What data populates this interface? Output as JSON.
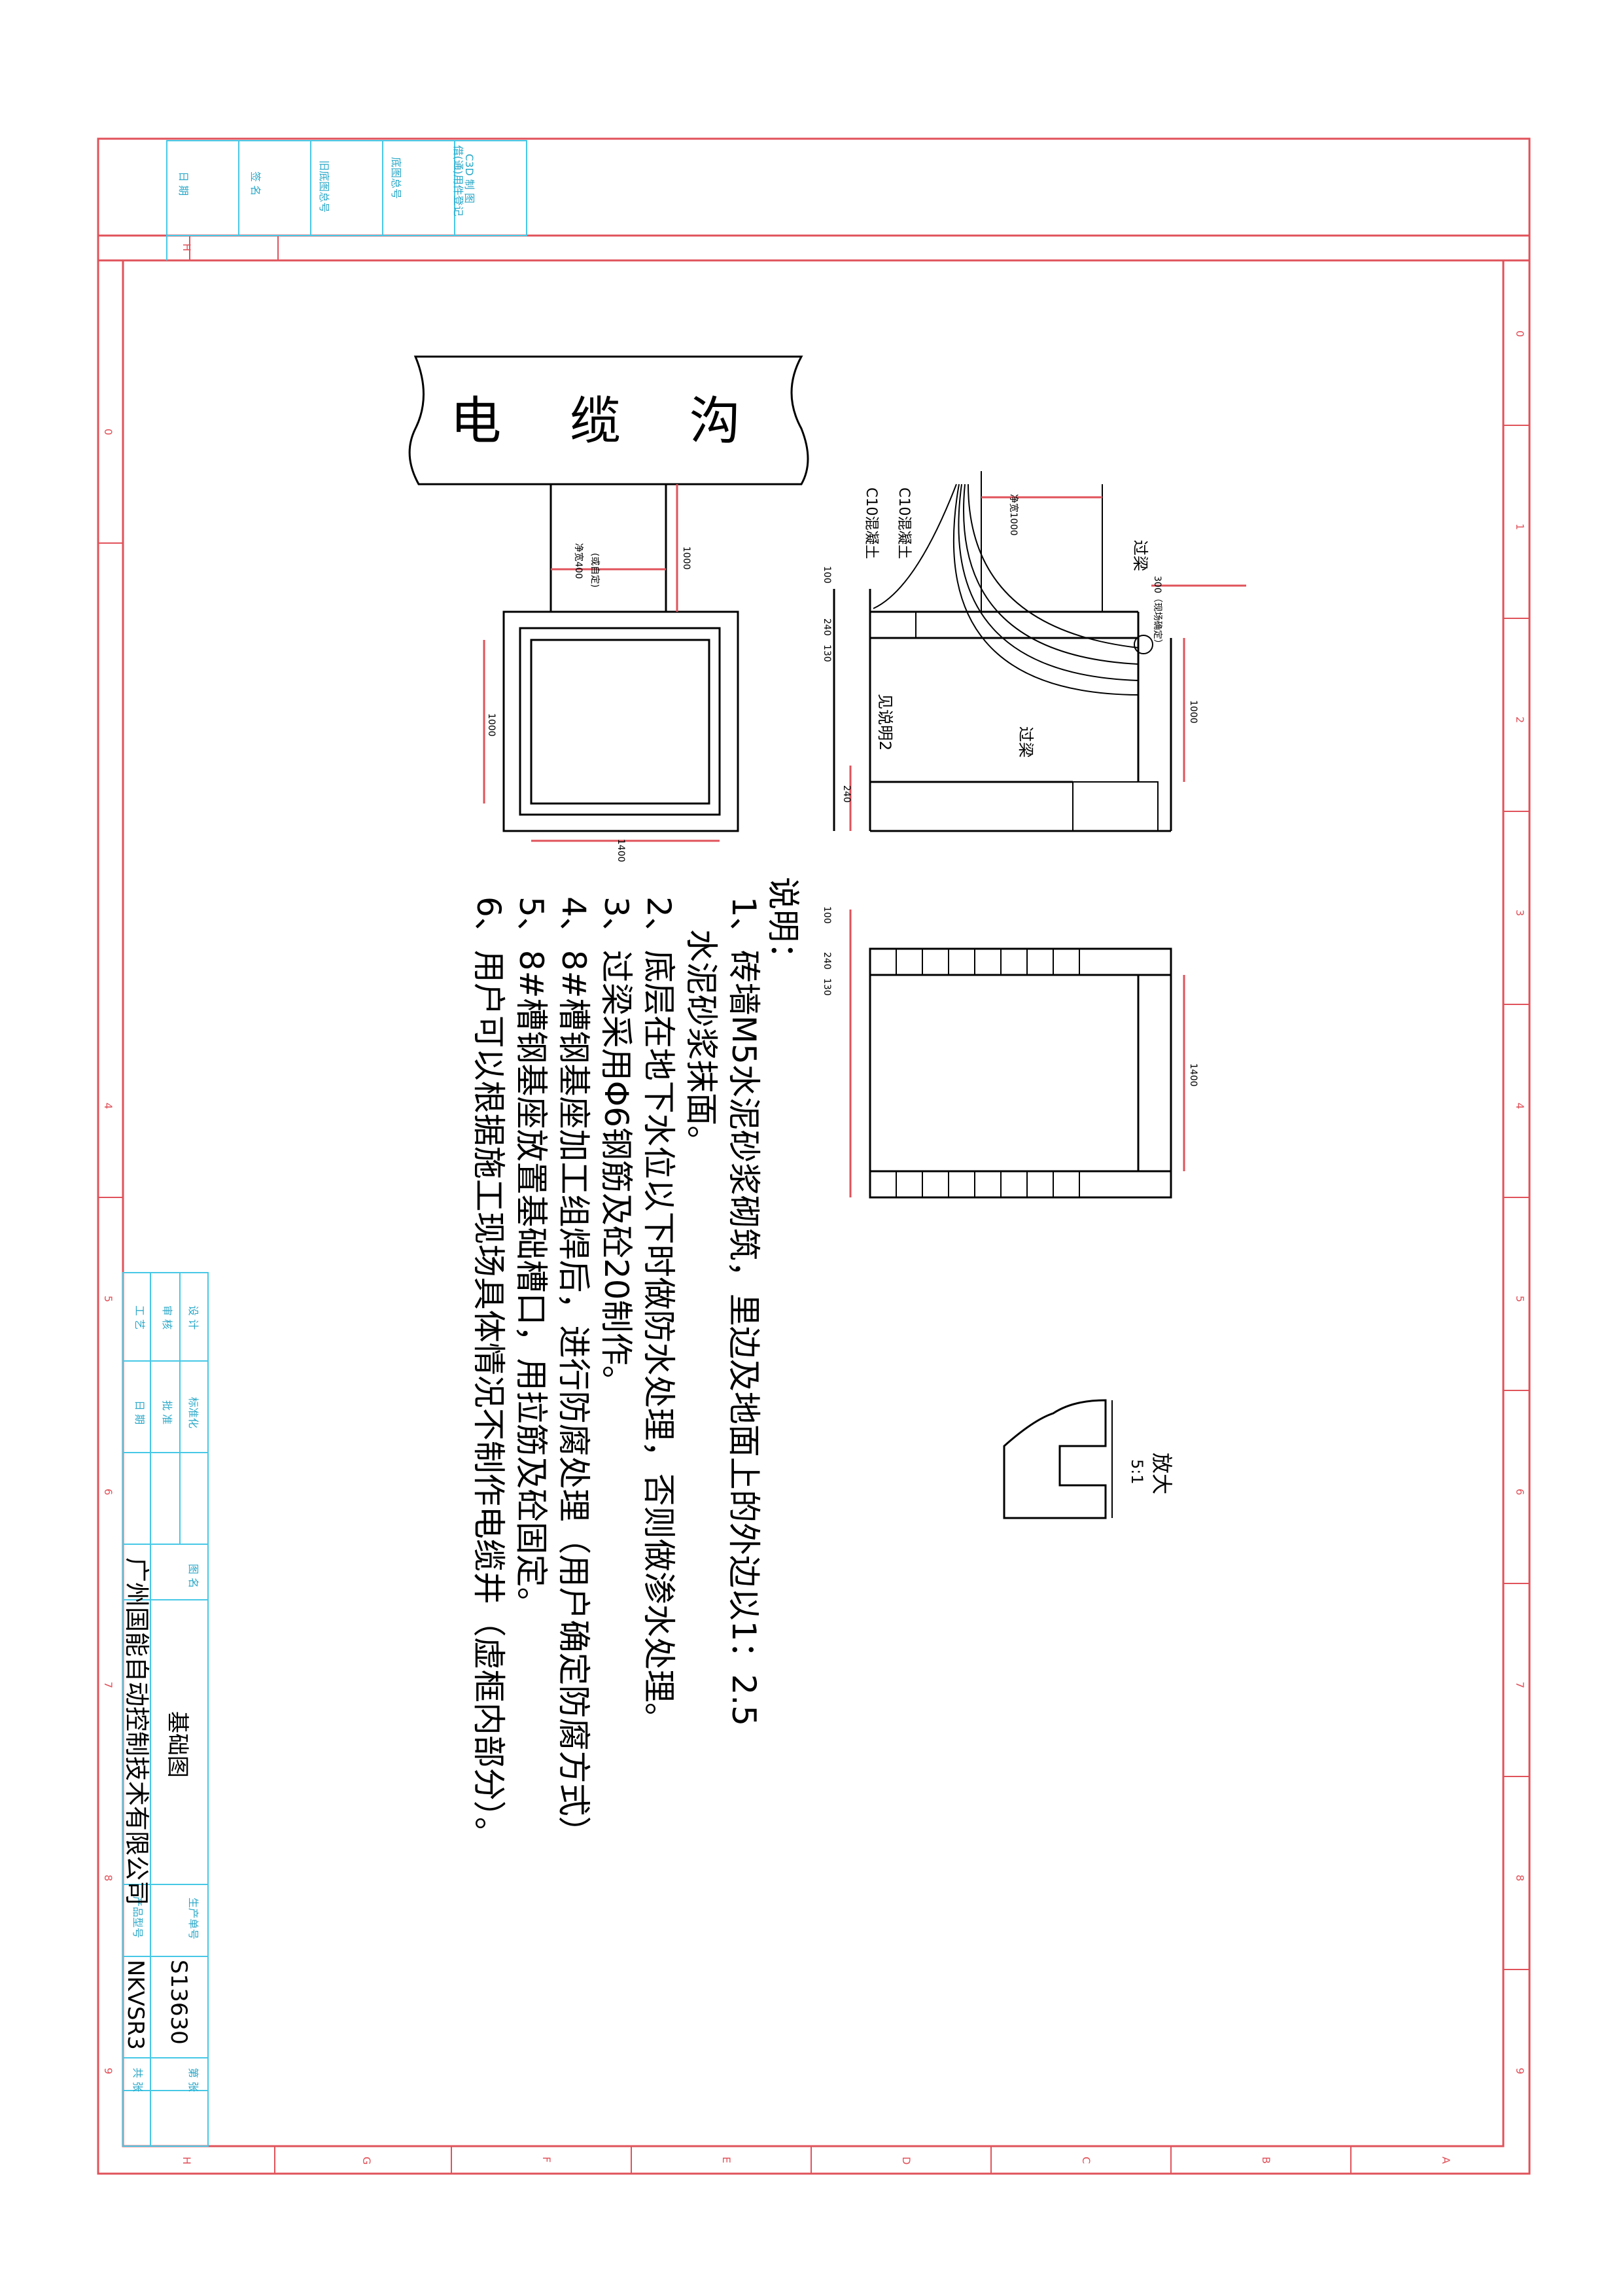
{
  "drawing": {
    "cable_trench_label": "电 缆 沟",
    "plan_view": {
      "clear_width_label": "净宽400",
      "clear_width_note": "(或自定)",
      "dim_1000_vertical": "1000",
      "dim_1000_side": "1000",
      "dim_1400": "1400"
    },
    "section_view": {
      "clear_width_label": "净宽1000",
      "c10_upper": "C10混凝土",
      "c10_lower": "C10混凝土",
      "lintel_top": "过梁",
      "dim_300_label": "300（现场确定）",
      "dim_1000": "1000",
      "see_note_2": "见说明2",
      "lintel_bottom": "过梁",
      "dim_100": "100",
      "dim_240": "240",
      "dim_130": "130",
      "dim_240_b": "240"
    },
    "brick_view": {
      "dim_100": "100",
      "dim_240": "240",
      "dim_130": "130",
      "dim_1400": "1400"
    },
    "enlarge_view": {
      "label": "放大",
      "ratio": "5:1"
    }
  },
  "notes": {
    "heading": "说明：",
    "items": [
      "1、砖墙M5水泥砂浆砌筑，里边及地面上的外边以1：2.5",
      "水泥砂浆抹面。",
      "2、底层在地下水位以下时做防水处理，否则做渗水处理。",
      "3、过梁采用Φ6钢筋及砼20制作。",
      "4、8#槽钢基座加工组焊后，进行防腐处理（用户确定防腐方式）",
      "5、8#槽钢基座放置基础槽口，用拉筋及砼固定。",
      "6、用户可以根据施工现场具体情况不制作电缆井（虚框内部分）。"
    ]
  },
  "top_stamp": {
    "cells": [
      "日 期",
      "签 名",
      "旧底图总号",
      "借(通)用件登记",
      "底图总号",
      "C3D 制 图"
    ]
  },
  "title_block": {
    "role_labels": [
      "设 计",
      "审 核",
      "工 艺"
    ],
    "role_labels_2": [
      "标准化",
      "批 准",
      "日 期"
    ],
    "drawing_name_label": "图 名",
    "drawing_name": "基础图",
    "company": "广州国能自动控制技术有限公司",
    "production_no_label": "生产单号",
    "production_no": "S13630",
    "product_model_label": "产品型号",
    "product_model": "NKVSR3",
    "sheet_label": "第 张",
    "total_label": "共 张"
  },
  "grid_marks": {
    "columns": [
      "0",
      "1",
      "2",
      "3",
      "4",
      "5",
      "6",
      "7",
      "8",
      "9"
    ],
    "rows": [
      "H",
      "G",
      "F",
      "E",
      "D",
      "C",
      "B",
      "A"
    ]
  }
}
